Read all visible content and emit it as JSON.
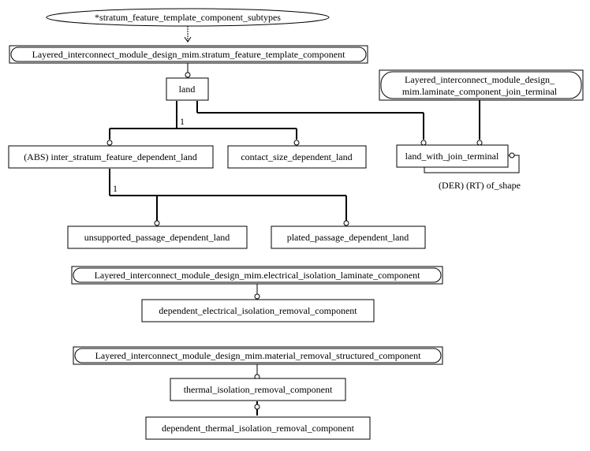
{
  "diagram": {
    "top_label": "*stratum_feature_template_component_subtypes",
    "ref_stratum_feature_template_component": "Layered_interconnect_module_design_mim.stratum_feature_template_component",
    "ref_laminate_component_join_terminal": [
      "Layered_interconnect_module_design_",
      "mim.laminate_component_join_terminal"
    ],
    "ref_electrical_isolation_laminate_component": "Layered_interconnect_module_design_mim.electrical_isolation_laminate_component",
    "ref_material_removal_structured_component": "Layered_interconnect_module_design_mim.material_removal_structured_component",
    "entity_land": "land",
    "entity_inter_stratum": "(ABS) inter_stratum_feature_dependent_land",
    "entity_contact_size": "contact_size_dependent_land",
    "entity_land_with_join_terminal": "land_with_join_terminal",
    "entity_unsupported_passage": "unsupported_passage_dependent_land",
    "entity_plated_passage": "plated_passage_dependent_land",
    "entity_dependent_electrical_isolation": "dependent_electrical_isolation_removal_component",
    "entity_thermal_isolation": "thermal_isolation_removal_component",
    "entity_dependent_thermal_isolation": "dependent_thermal_isolation_removal_component",
    "label_one_land": "1",
    "label_one_inter": "1",
    "label_of_shape": "(DER) (RT) of_shape"
  }
}
